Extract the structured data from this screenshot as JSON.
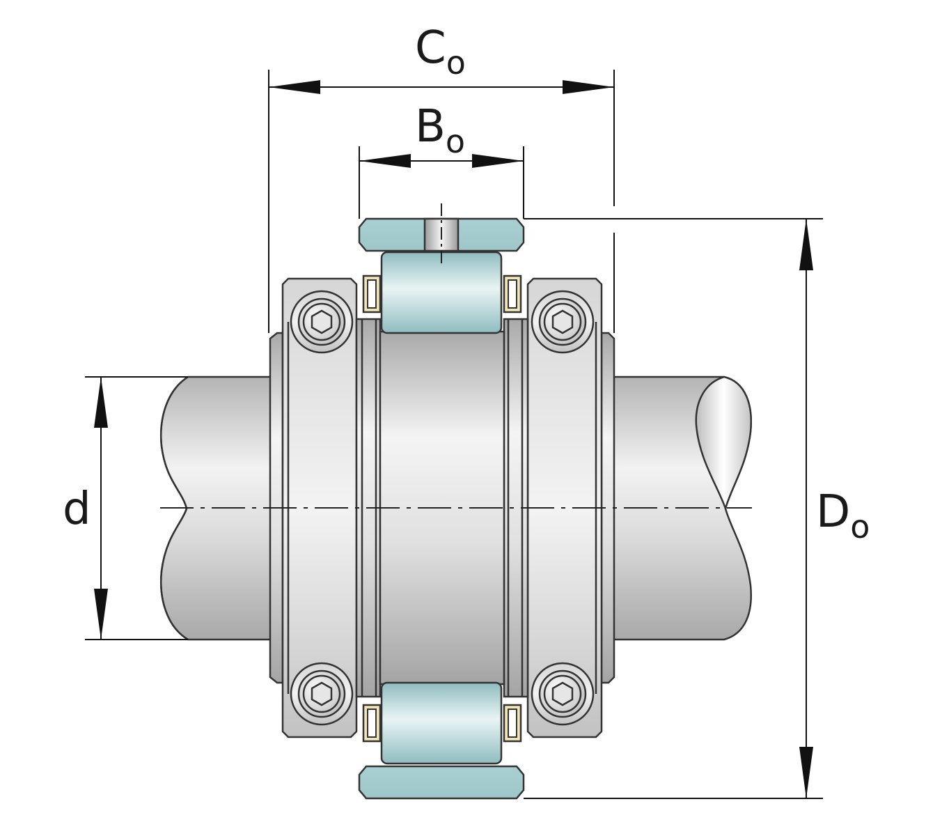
{
  "diagram": {
    "labels": {
      "outer_width": {
        "main": "C",
        "sub": "o"
      },
      "inner_width": {
        "main": "B",
        "sub": "o"
      },
      "bore": {
        "main": "d",
        "sub": ""
      },
      "outer_diameter": {
        "main": "D",
        "sub": "o"
      }
    },
    "colors": {
      "outline": "#333333",
      "shaft": "#c8c8c8",
      "ring_cyan": "#a6ccce",
      "cage_yellow": "#f1e6b8",
      "clamp_steel": "#c9c9c9"
    }
  }
}
